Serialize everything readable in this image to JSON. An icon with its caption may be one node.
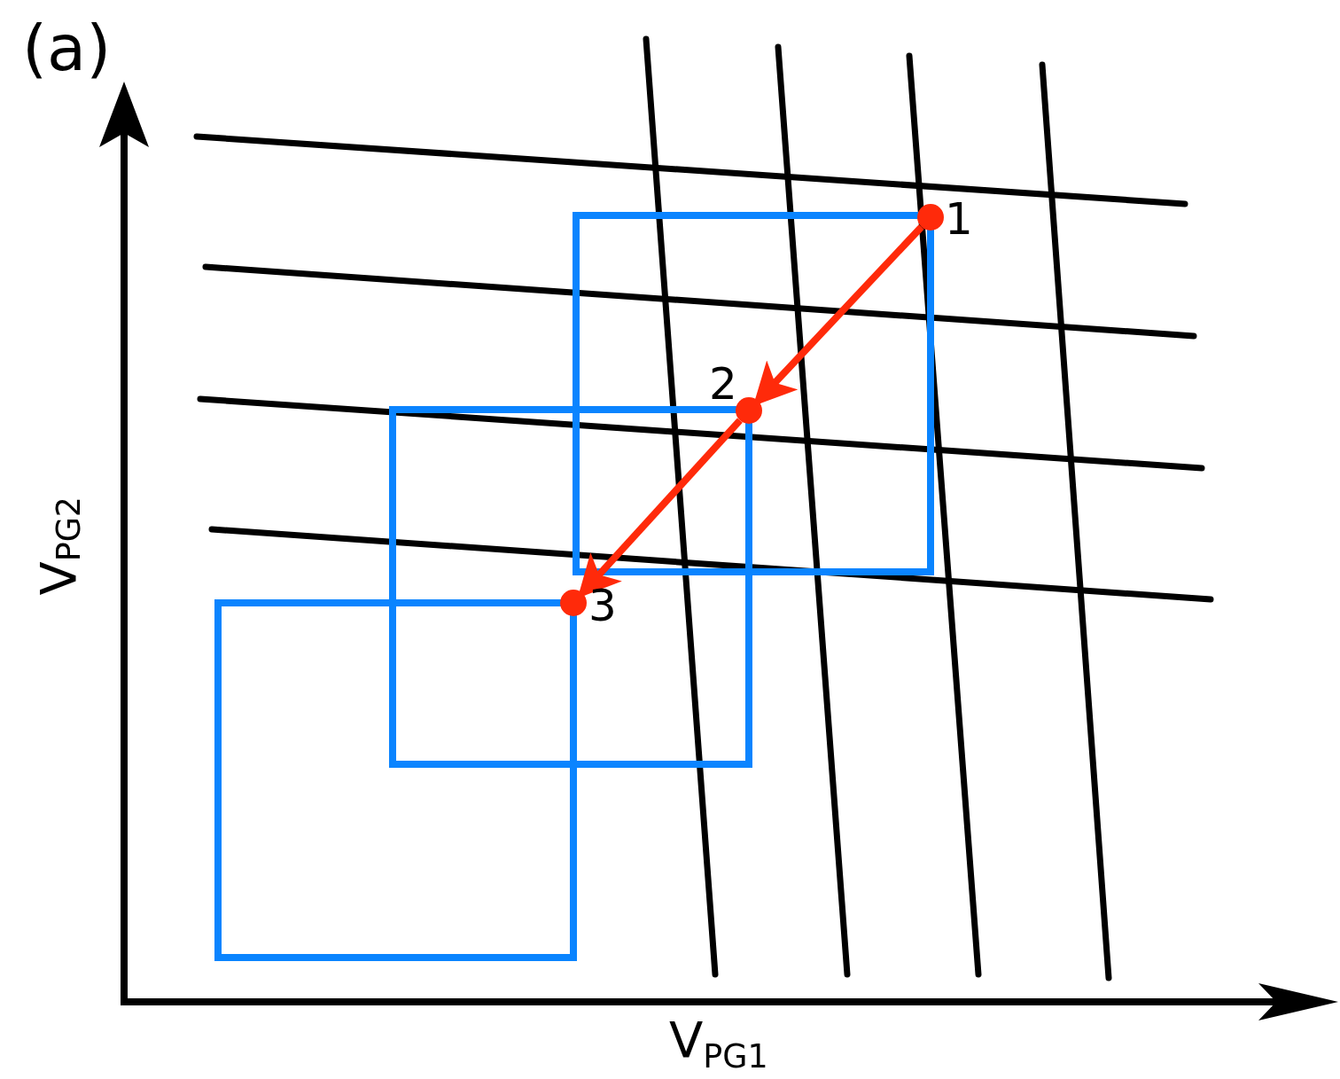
{
  "diagram": {
    "nodes": [
      {
        "text": [],
        "shape": "circle",
        "beside": [
          "1"
        ]
      },
      {
        "text": [],
        "shape": "circle",
        "beside": [
          "2"
        ]
      },
      {
        "text": [],
        "shape": "circle",
        "beside": [
          "3"
        ]
      }
    ],
    "edges": [
      {
        "from": 0,
        "to": 1,
        "arrow": "to"
      },
      {
        "from": 1,
        "to": 2,
        "arrow": "to"
      }
    ],
    "labels": [
      "(a)",
      "V$_{PG2}$",
      "V$_{PG1}$"
    ]
  }
}
